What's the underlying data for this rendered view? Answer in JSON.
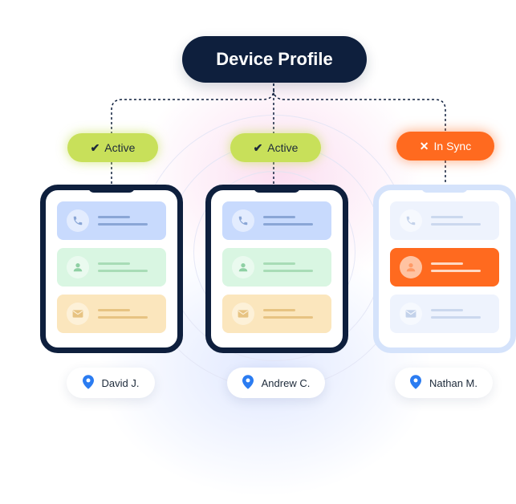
{
  "title": "Device Profile",
  "devices": [
    {
      "status": "Active",
      "status_type": "active",
      "user": "David J.",
      "rows": [
        "phone-icon",
        "user-icon",
        "mail-icon"
      ]
    },
    {
      "status": "Active",
      "status_type": "active",
      "user": "Andrew C.",
      "rows": [
        "phone-icon",
        "user-icon",
        "mail-icon"
      ]
    },
    {
      "status": "In Sync",
      "status_type": "sync",
      "user": "Nathan M.",
      "rows": [
        "phone-icon",
        "user-icon",
        "mail-icon"
      ]
    }
  ],
  "icons": {
    "active": "check-icon",
    "sync": "x-icon",
    "location": "map-pin-icon"
  },
  "colors": {
    "navy": "#0e1f3d",
    "active": "#c8e05a",
    "sync": "#ff6a1f",
    "phone_row": "#c8dafd",
    "contact_row": "#d9f6e2",
    "mail_row": "#fbe6bd",
    "pin": "#2b7cf1"
  }
}
